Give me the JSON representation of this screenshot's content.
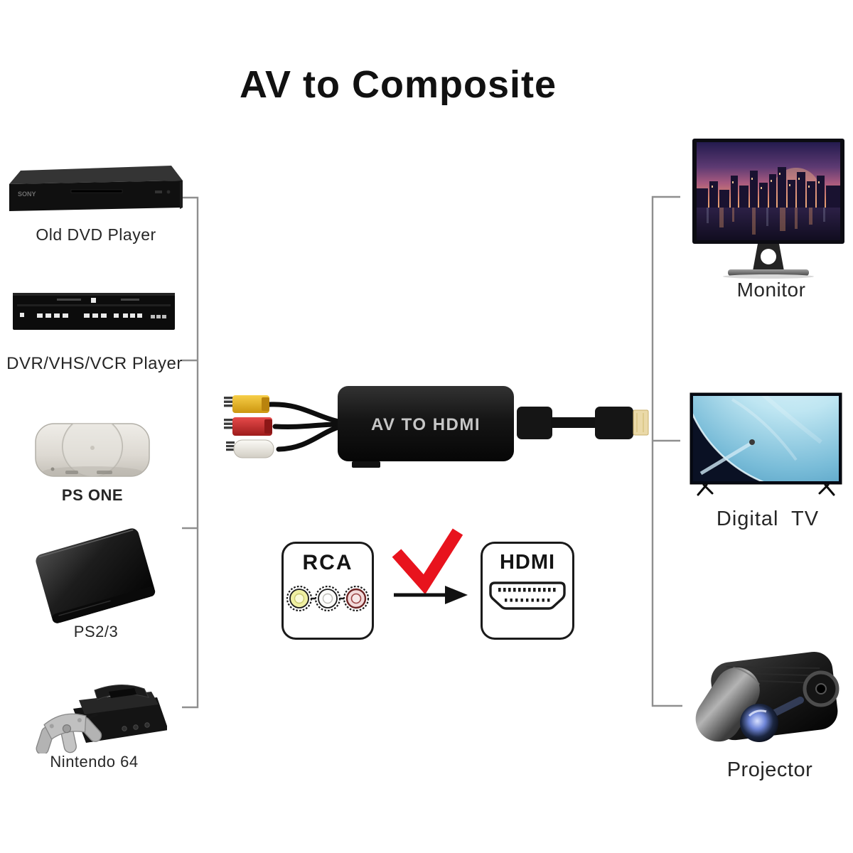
{
  "title": "AV to Composite",
  "left_devices": [
    {
      "label": "Old DVD Player",
      "brand": "SONY"
    },
    {
      "label": "DVR/VHS/VCR Player"
    },
    {
      "label": "PS ONE"
    },
    {
      "label": "PS2/3"
    },
    {
      "label": "Nintendo 64"
    }
  ],
  "right_devices": [
    {
      "label": "Monitor"
    },
    {
      "label": "Digital  TV"
    },
    {
      "label": "Projector"
    }
  ],
  "converter": {
    "label": "AV TO HDMI"
  },
  "conversion_diagram": {
    "from_label": "RCA",
    "to_label": "HDMI",
    "from_connector_colors": [
      "yellow",
      "white",
      "red"
    ],
    "checkmark_color": "#e8131d"
  },
  "colors": {
    "background": "#ffffff",
    "title_text": "#111111",
    "label_text": "#262626",
    "connector_line": "#8f8f8f",
    "rca_yellow": "#edb82c",
    "rca_red": "#cf2b2b",
    "rca_white": "#f2f0ea",
    "hdmi_gold": "#ead9a8",
    "converter_body": "#121212"
  }
}
